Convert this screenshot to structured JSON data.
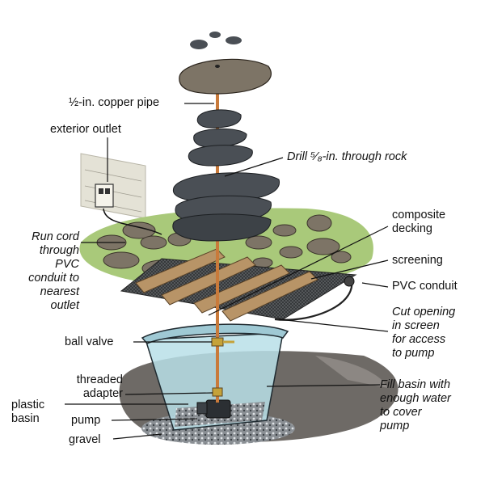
{
  "labels": {
    "copper_pipe": "½-in. copper pipe",
    "exterior_outlet": "exterior outlet",
    "drill": "Drill ⁵⁄₈-in. through  rock",
    "run_cord": [
      "Run cord",
      "through",
      "PVC",
      "conduit to",
      "nearest",
      "outlet"
    ],
    "composite_decking": [
      "composite",
      "decking"
    ],
    "screening": "screening",
    "pvc_conduit": "PVC conduit",
    "cut_opening": [
      "Cut opening",
      "in screen",
      "for access",
      "to pump"
    ],
    "ball_valve": "ball valve",
    "threaded_adapter": [
      "threaded",
      "adapter"
    ],
    "fill_basin": [
      "Fill basin with",
      "enough water",
      "to cover",
      "pump"
    ],
    "plastic_basin": [
      "plastic",
      "basin"
    ],
    "pump": "pump",
    "gravel": "gravel"
  },
  "colors": {
    "rock": "#4a4f55",
    "rock_light": "#7d7466",
    "pipe": "#c97a3a",
    "wood": "#b89467",
    "grass": "#a9c97a",
    "soil": "#6e6a66",
    "water": "#b9dfe8",
    "wall": "#e4e2d6"
  }
}
